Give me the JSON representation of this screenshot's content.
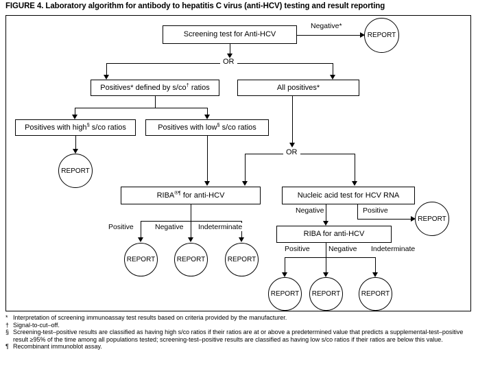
{
  "figure": {
    "title": "FIGURE 4. Laboratory algorithm for antibody to hepatitis C virus (anti-HCV) testing and result reporting"
  },
  "flowchart": {
    "type": "flowchart",
    "nodes": {
      "screening": "Screening test for Anti-HCV",
      "positives_sco": "Positives* defined by s/co† ratios",
      "all_positives": "All positives*",
      "high_sco": "Positives with high§ s/co ratios",
      "low_sco": "Positives with low§ s/co ratios",
      "riba_left": "RIBA®¶ for anti-HCV",
      "nucleic": "Nucleic acid test for HCV RNA",
      "riba_right": "RIBA for anti-HCV",
      "report": "REPORT"
    },
    "labels": {
      "negative_star": "Negative*",
      "or_top": "OR",
      "or_mid": "OR",
      "positive": "Positive",
      "negative": "Negative",
      "indeterminate": "Indeterminate"
    }
  },
  "footnotes": [
    {
      "marker": "*",
      "text": "Interpretation of screening immunoassay test results based on criteria provided by the manufacturer."
    },
    {
      "marker": "†",
      "text": "Signal-to-cut–off."
    },
    {
      "marker": "§",
      "text": "Screening-test–positive results are classified as having high s/co ratios if their ratios are at or above a predetermined value that predicts a supplemental-test–positive result ≥95% of the time among all populations tested; screening-test–positive results are classified as having low s/co ratios if their ratios are below this value."
    },
    {
      "marker": "¶",
      "text": "Recombinant immunoblot assay."
    }
  ]
}
